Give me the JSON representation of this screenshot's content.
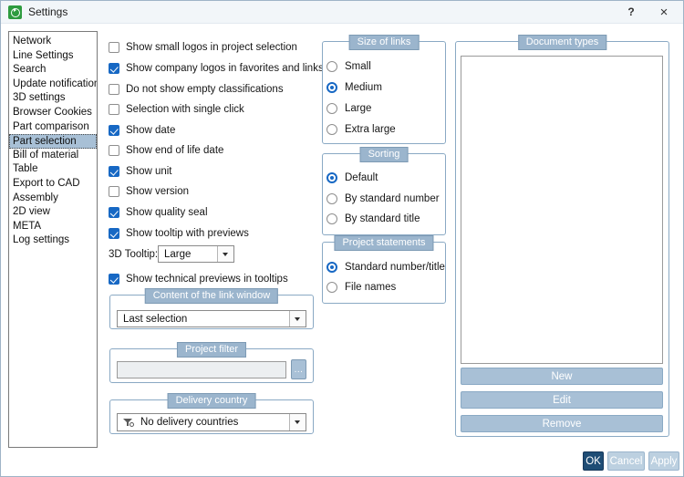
{
  "window": {
    "title": "Settings",
    "app_icon": "refresh-circle-icon",
    "help_label": "?",
    "close_label": "×"
  },
  "sidebar": {
    "items": [
      {
        "label": "Network",
        "selected": false
      },
      {
        "label": "Line Settings",
        "selected": false
      },
      {
        "label": "Search",
        "selected": false
      },
      {
        "label": "Update notification",
        "selected": false
      },
      {
        "label": "3D settings",
        "selected": false
      },
      {
        "label": "Browser Cookies",
        "selected": false
      },
      {
        "label": "Part comparison",
        "selected": false
      },
      {
        "label": "Part selection",
        "selected": true
      },
      {
        "label": "Bill of material",
        "selected": false
      },
      {
        "label": "Table",
        "selected": false
      },
      {
        "label": "Export to CAD",
        "selected": false
      },
      {
        "label": "Assembly",
        "selected": false
      },
      {
        "label": "2D view",
        "selected": false
      },
      {
        "label": "META",
        "selected": false
      },
      {
        "label": "Log settings",
        "selected": false
      }
    ]
  },
  "checkboxes": [
    {
      "label": "Show small logos in project selection",
      "checked": false
    },
    {
      "label": "Show company logos in favorites and links",
      "checked": true
    },
    {
      "label": "Do not show empty classifications",
      "checked": false
    },
    {
      "label": "Selection with single click",
      "checked": false
    },
    {
      "label": "Show date",
      "checked": true
    },
    {
      "label": "Show end of life date",
      "checked": false
    },
    {
      "label": "Show unit",
      "checked": true
    },
    {
      "label": "Show version",
      "checked": false
    },
    {
      "label": "Show quality seal",
      "checked": true
    },
    {
      "label": "Show tooltip with previews",
      "checked": true
    }
  ],
  "tooltip_3d": {
    "label": "3D Tooltip:",
    "value": "Large"
  },
  "technical_previews": {
    "label": "Show technical previews in tooltips",
    "checked": true
  },
  "link_window": {
    "title": "Content of the link window",
    "value": "Last selection"
  },
  "project_filter": {
    "title": "Project filter",
    "value": "",
    "browse_label": "..."
  },
  "delivery_country": {
    "title": "Delivery country",
    "icon": "filter-icon",
    "value": "No delivery countries"
  },
  "size_of_links": {
    "title": "Size of links",
    "options": [
      {
        "label": "Small",
        "selected": false
      },
      {
        "label": "Medium",
        "selected": true
      },
      {
        "label": "Large",
        "selected": false
      },
      {
        "label": "Extra large",
        "selected": false
      }
    ]
  },
  "sorting": {
    "title": "Sorting",
    "options": [
      {
        "label": "Default",
        "selected": true
      },
      {
        "label": "By standard number",
        "selected": false
      },
      {
        "label": "By standard title",
        "selected": false
      }
    ]
  },
  "project_statements": {
    "title": "Project statements",
    "options": [
      {
        "label": "Standard number/title",
        "selected": true
      },
      {
        "label": "File names",
        "selected": false
      }
    ]
  },
  "document_types": {
    "title": "Document types",
    "items": [],
    "buttons": [
      {
        "label": "New"
      },
      {
        "label": "Edit"
      },
      {
        "label": "Remove"
      }
    ]
  },
  "footer": {
    "ok": "OK",
    "cancel": "Cancel",
    "apply": "Apply"
  },
  "colors": {
    "accent_blue": "#1768c4",
    "group_header": "#9bb5cd",
    "button_fill": "#a8c0d6",
    "primary_button": "#1f4d75",
    "selection": "#a8c0d6"
  }
}
